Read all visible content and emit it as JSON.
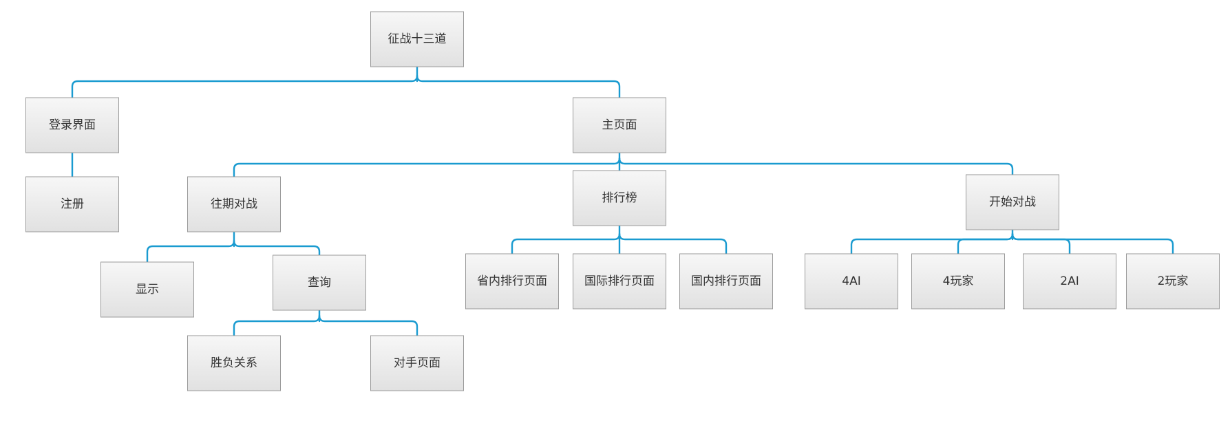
{
  "colors": {
    "connector": "#1a9bd0",
    "node_fill_top": "#f7f7f7",
    "node_fill_bottom": "#e1e1e1",
    "node_border": "#9a9a9a",
    "text": "#333333"
  },
  "nodes": [
    {
      "id": "root",
      "label": "征战十三道"
    },
    {
      "id": "login",
      "label": "登录界面"
    },
    {
      "id": "main",
      "label": "主页面"
    },
    {
      "id": "register",
      "label": "注册"
    },
    {
      "id": "history",
      "label": "往期对战"
    },
    {
      "id": "ranking",
      "label": "排行榜"
    },
    {
      "id": "start",
      "label": "开始对战"
    },
    {
      "id": "display",
      "label": "显示"
    },
    {
      "id": "query",
      "label": "查询"
    },
    {
      "id": "rank-province",
      "label": "省内排行页面"
    },
    {
      "id": "rank-intl",
      "label": "国际排行页面"
    },
    {
      "id": "rank-domestic",
      "label": "国内排行页面"
    },
    {
      "id": "mode-4ai",
      "label": "4AI"
    },
    {
      "id": "mode-4p",
      "label": "4玩家"
    },
    {
      "id": "mode-2ai",
      "label": "2AI"
    },
    {
      "id": "mode-2p",
      "label": "2玩家"
    },
    {
      "id": "win-loss",
      "label": "胜负关系"
    },
    {
      "id": "opponent",
      "label": "对手页面"
    }
  ],
  "edges": [
    [
      "root",
      "login"
    ],
    [
      "root",
      "main"
    ],
    [
      "login",
      "register"
    ],
    [
      "main",
      "history"
    ],
    [
      "main",
      "ranking"
    ],
    [
      "main",
      "start"
    ],
    [
      "history",
      "display"
    ],
    [
      "history",
      "query"
    ],
    [
      "query",
      "win-loss"
    ],
    [
      "query",
      "opponent"
    ],
    [
      "ranking",
      "rank-province"
    ],
    [
      "ranking",
      "rank-intl"
    ],
    [
      "ranking",
      "rank-domestic"
    ],
    [
      "start",
      "mode-4ai"
    ],
    [
      "start",
      "mode-4p"
    ],
    [
      "start",
      "mode-2ai"
    ],
    [
      "start",
      "mode-2p"
    ]
  ]
}
